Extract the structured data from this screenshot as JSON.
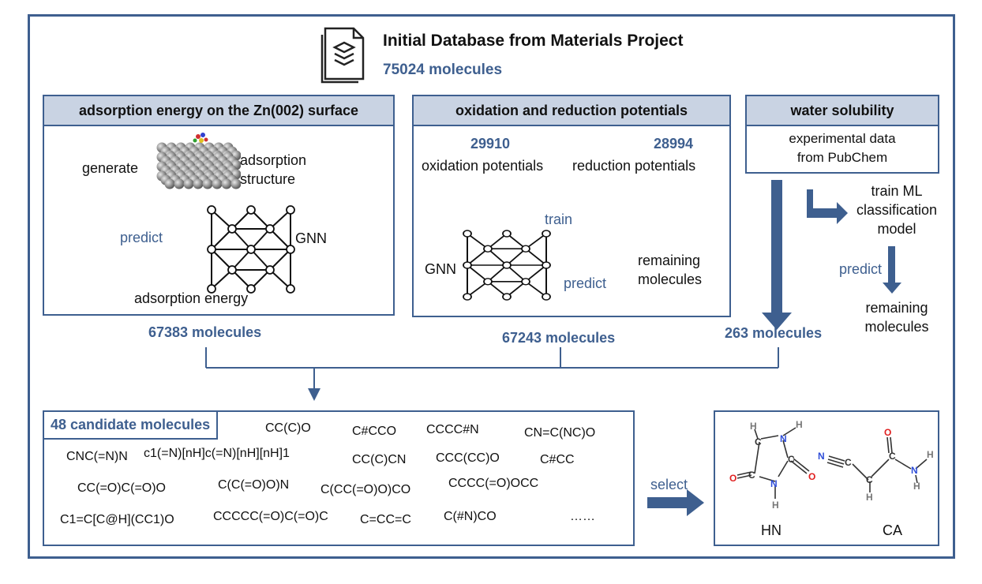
{
  "header": {
    "title": "Initial Database from Materials Project",
    "count": "75024 molecules",
    "icon": "document-stack-icon"
  },
  "adsorption": {
    "title": "adsorption energy on the Zn(002) surface",
    "generate": "generate",
    "structure_line1": "adsorption",
    "structure_line2": "structure",
    "predict": "predict",
    "gnn": "GNN",
    "result": "adsorption energy",
    "count": "67383 molecules"
  },
  "redox": {
    "title": "oxidation and reduction potentials",
    "oxidation_count": "29910",
    "reduction_count": "28994",
    "oxidation_label": "oxidation potentials",
    "reduction_label": "reduction potentials",
    "train": "train",
    "gnn": "GNN",
    "predict": "predict",
    "remaining_line1": "remaining",
    "remaining_line2": "molecules",
    "count": "67243 molecules"
  },
  "solubility": {
    "title": "water solubility",
    "source_line1": "experimental data",
    "source_line2": "from PubChem",
    "train_line1": "train ML",
    "train_line2": "classification",
    "train_line3": "model",
    "predict": "predict",
    "remaining_line1": "remaining",
    "remaining_line2": "molecules",
    "count": "263 molecules"
  },
  "candidates": {
    "title": "48 candidate molecules",
    "smiles": [
      "CC(C)O",
      "C#CCO",
      "CCCC#N",
      "CN=C(NC)O",
      "CNC(=N)N",
      "c1(=N)[nH]c(=N)[nH][nH]1",
      "CC(C)CN",
      "CCC(CC)O",
      "C#CC",
      "CC(=O)C(=O)O",
      "C(C(=O)O)N",
      "C(CC(=O)O)CO",
      "CCCC(=O)OCC",
      "C1=C[C@H](CC1)O",
      "CCCCC(=O)C(=O)C",
      "C=CC=C",
      "C(#N)CO",
      "……"
    ],
    "select": "select"
  },
  "selected": {
    "mol1_label": "HN",
    "mol2_label": "CA",
    "atoms": {
      "H": "H",
      "N": "N",
      "O": "O",
      "C": "C"
    }
  },
  "colors": {
    "accent": "#3e5f8f",
    "header_fill": "#c9d3e3",
    "oxygen": "#e02020",
    "nitrogen": "#2f4ed8"
  }
}
